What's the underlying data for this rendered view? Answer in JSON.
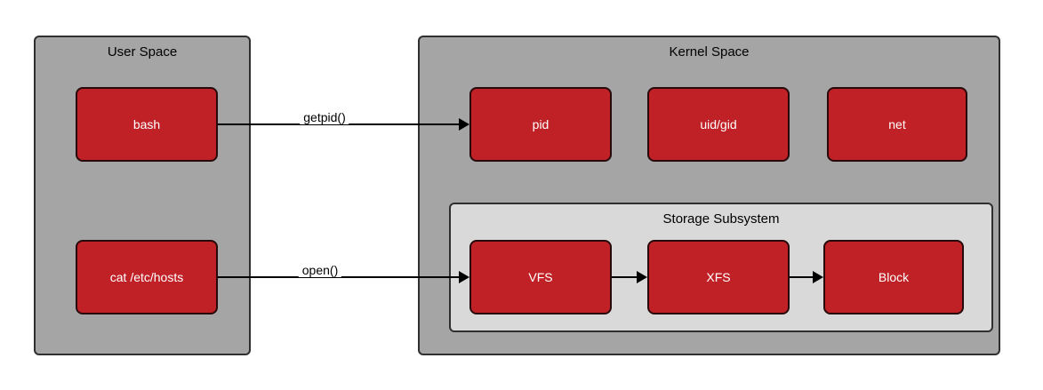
{
  "diagram": {
    "user_space": {
      "title": "User Space",
      "nodes": {
        "bash": "bash",
        "cat": "cat /etc/hosts"
      }
    },
    "kernel_space": {
      "title": "Kernel Space",
      "nodes": {
        "pid": "pid",
        "uid_gid": "uid/gid",
        "net": "net"
      },
      "storage_subsystem": {
        "title": "Storage Subsystem",
        "nodes": {
          "vfs": "VFS",
          "xfs": "XFS",
          "block": "Block"
        }
      }
    },
    "arrows": {
      "getpid_label": "getpid()",
      "open_label": "open()"
    },
    "colors": {
      "container_gray": "#a5a5a5",
      "subsystem_gray": "#d9d9d9",
      "node_red": "#c02127",
      "border_dark": "#2f2f2f",
      "arrow_black": "#000000"
    }
  }
}
